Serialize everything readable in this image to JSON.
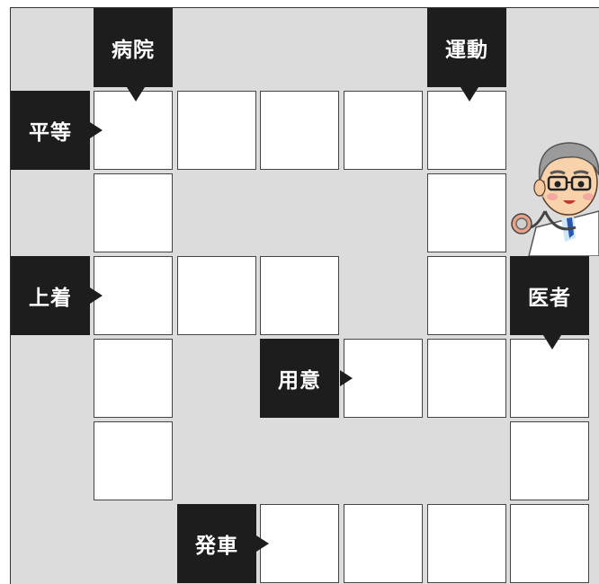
{
  "clues": {
    "byouin": "病院",
    "undou": "運動",
    "byoudou": "平等",
    "uwagi": "上着",
    "isha": "医者",
    "youi": "用意",
    "hassha": "発車"
  },
  "colors": {
    "background": "#dcdcdd",
    "clue_cell": "#1d1d1d",
    "clue_text": "#ffffff",
    "answer_cell": "#ffffff"
  },
  "illustration": "doctor-with-stethoscope"
}
